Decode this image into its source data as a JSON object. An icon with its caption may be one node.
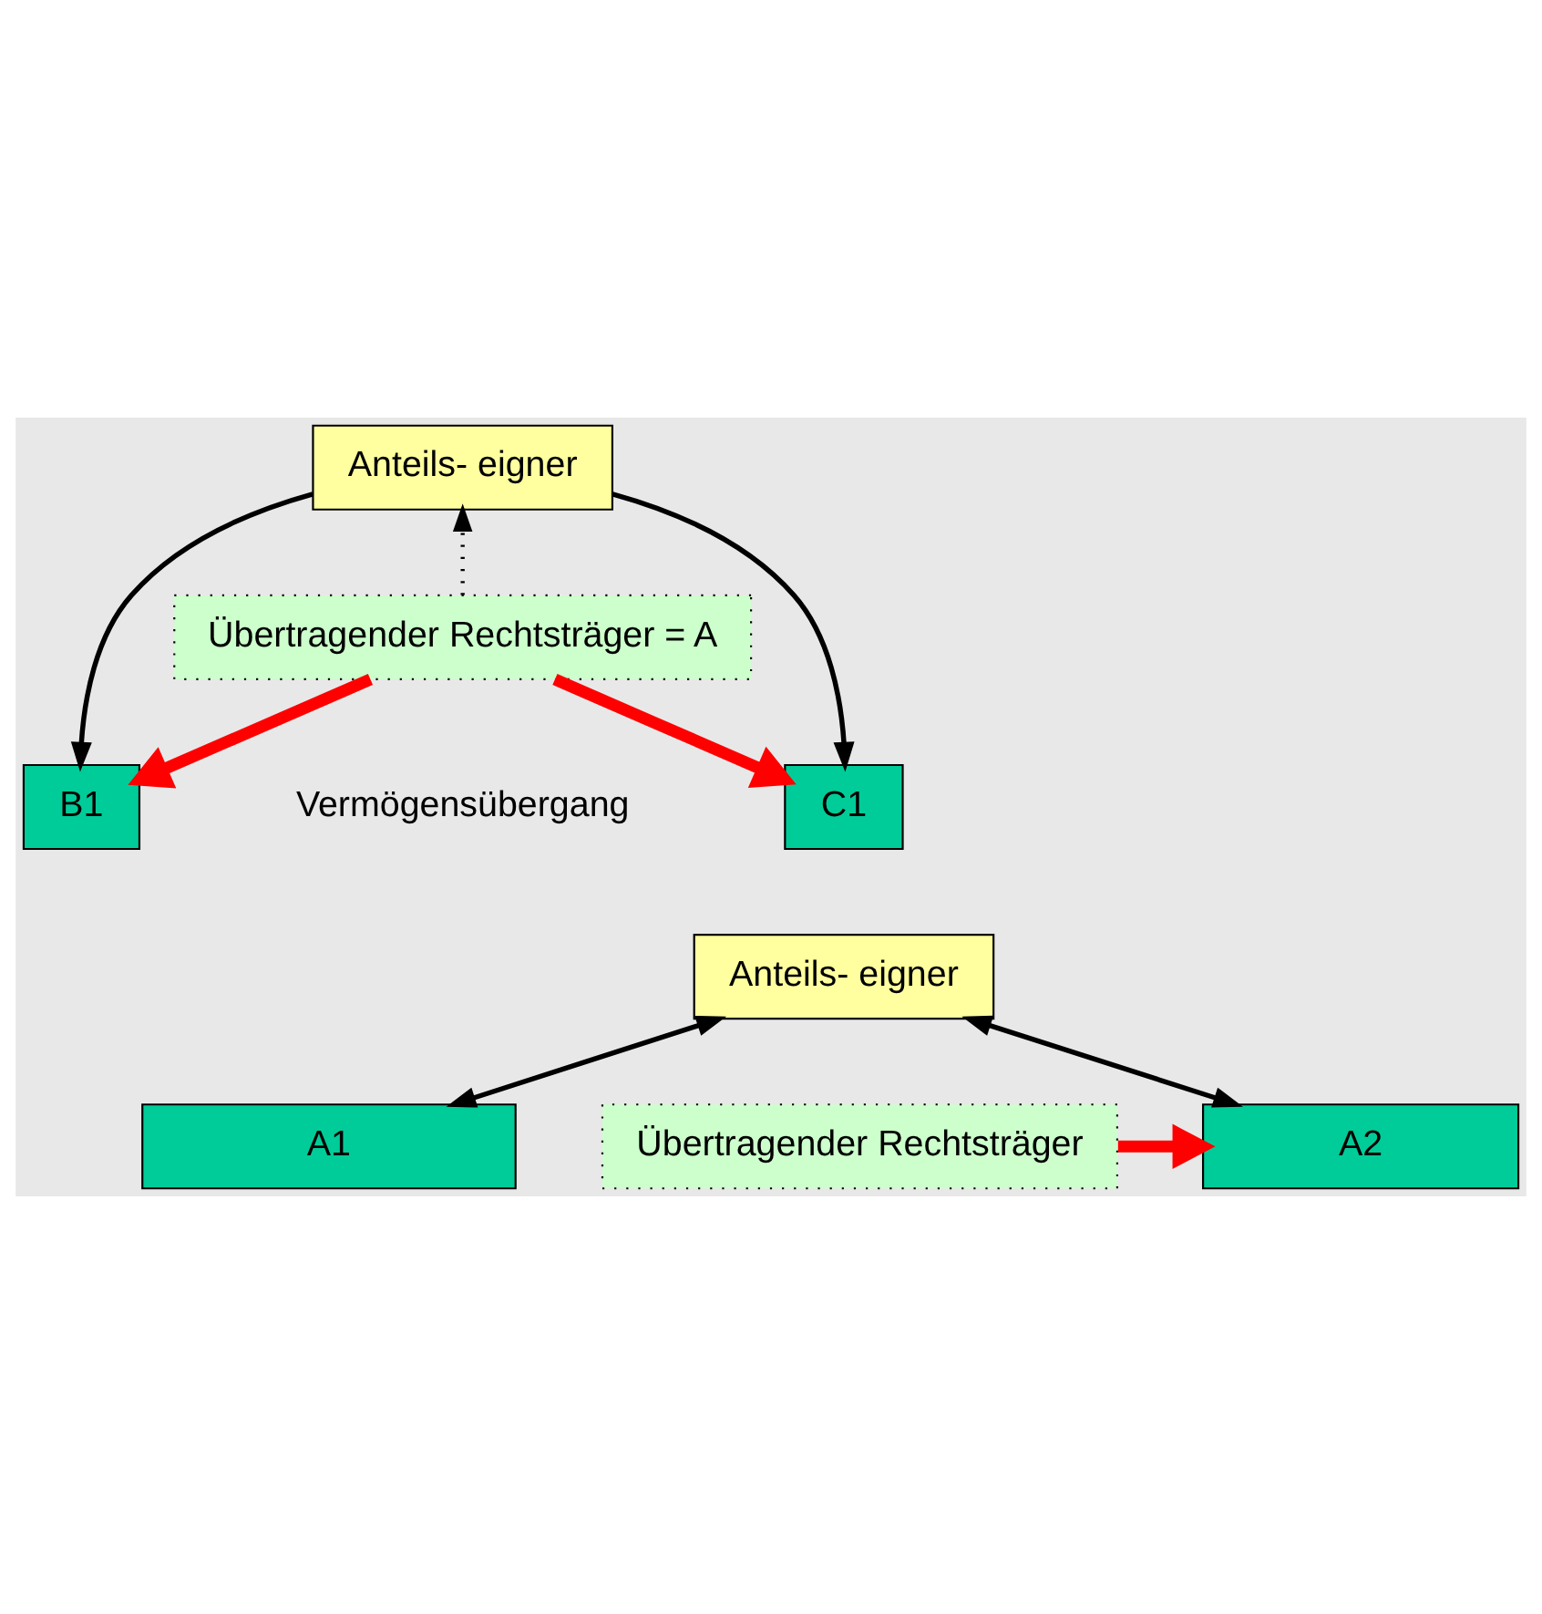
{
  "diagram": {
    "nodes": [
      {
        "text": [
          "Anteils- eigner"
        ]
      },
      {
        "text": [
          "Übertragender Rechtsträger = A"
        ]
      },
      {
        "text": [
          "B1"
        ]
      },
      {
        "text": [
          "C1"
        ]
      },
      {
        "text": [
          "Anteils- eigner"
        ]
      },
      {
        "text": [
          "A1"
        ]
      },
      {
        "text": [
          "Übertragender Rechtsträger"
        ]
      },
      {
        "text": [
          "A2"
        ]
      }
    ],
    "edges": [
      {
        "from": 1,
        "to": 0,
        "arrow": "to",
        "style": "dashed"
      },
      {
        "from": 0,
        "to": 2,
        "arrow": "to"
      },
      {
        "from": 0,
        "to": 3,
        "arrow": "to"
      },
      {
        "from": 1,
        "to": 2,
        "arrow": "to",
        "style": "thick",
        "color": "#ff0000"
      },
      {
        "from": 1,
        "to": 3,
        "arrow": "to",
        "style": "thick",
        "color": "#ff0000"
      },
      {
        "from": 4,
        "to": 5,
        "arrow": "both"
      },
      {
        "from": 4,
        "to": 7,
        "arrow": "both"
      },
      {
        "from": 6,
        "to": 7,
        "arrow": "to",
        "style": "thick",
        "color": "#ff0000"
      }
    ],
    "labels": [
      "Vermögensübergang"
    ]
  }
}
